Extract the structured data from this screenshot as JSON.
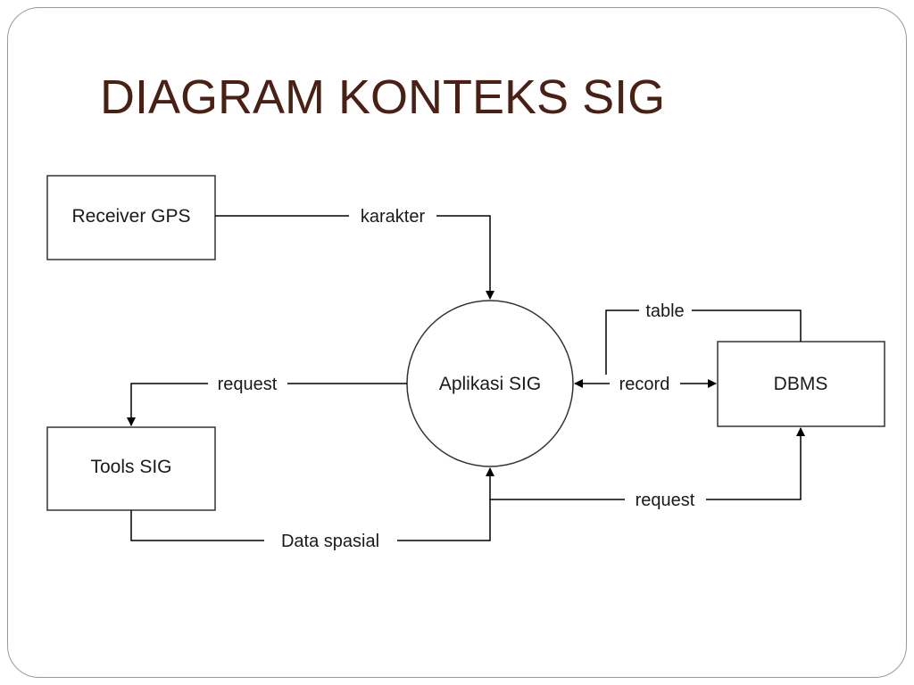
{
  "slide": {
    "title": "DIAGRAM KONTEKS SIG"
  },
  "diagram": {
    "entities": {
      "receiver_gps": "Receiver GPS",
      "tools_sig": "Tools SIG",
      "dbms": "DBMS"
    },
    "process": "Aplikasi SIG",
    "flows": {
      "karakter": "karakter",
      "request_tools": "request",
      "data_spasial": "Data spasial",
      "table": "table",
      "record": "record",
      "request_dbms": "request"
    }
  }
}
